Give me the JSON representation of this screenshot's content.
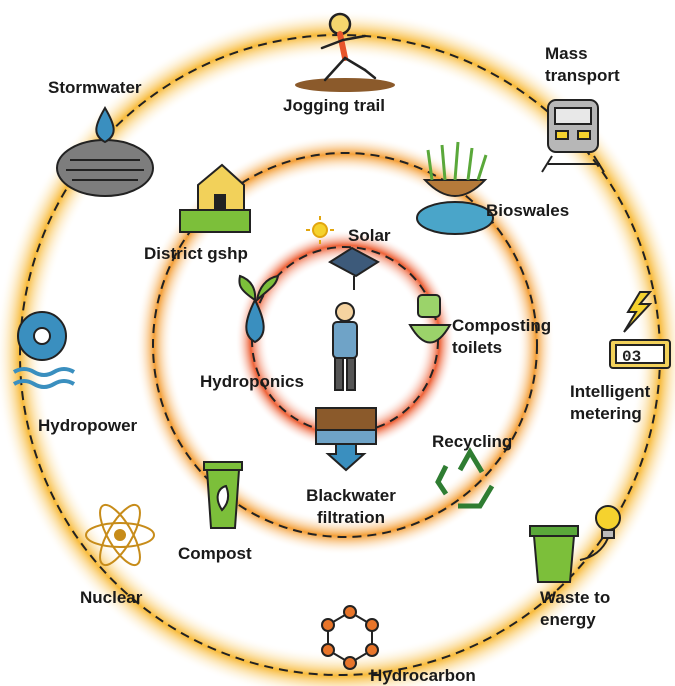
{
  "labels": {
    "jogging_trail": "Jogging trail",
    "mass_transport_1": "Mass",
    "mass_transport_2": "transport",
    "stormwater": "Stormwater",
    "bioswales": "Bioswales",
    "district_gshp": "District gshp",
    "solar": "Solar",
    "composting_toilets_1": "Composting",
    "composting_toilets_2": "toilets",
    "hydroponics": "Hydroponics",
    "intelligent_metering_1": "Intelligent",
    "intelligent_metering_2": "metering",
    "hydropower": "Hydropower",
    "recycling": "Recycling",
    "blackwater_1": "Blackwater",
    "blackwater_2": "filtration",
    "compost": "Compost",
    "nuclear": "Nuclear",
    "waste_to_energy_1": "Waste to",
    "waste_to_energy_2": "energy",
    "hydrocarbon": "Hydrocarbon"
  },
  "meter_digits": "03",
  "colors": {
    "outer_ring": "#f7b731",
    "middle_ring": "#f39a2d",
    "inner_ring": "#ec5a2e",
    "water_blue": "#3a8fbf",
    "green": "#7cbf3a",
    "dark": "#222222"
  }
}
